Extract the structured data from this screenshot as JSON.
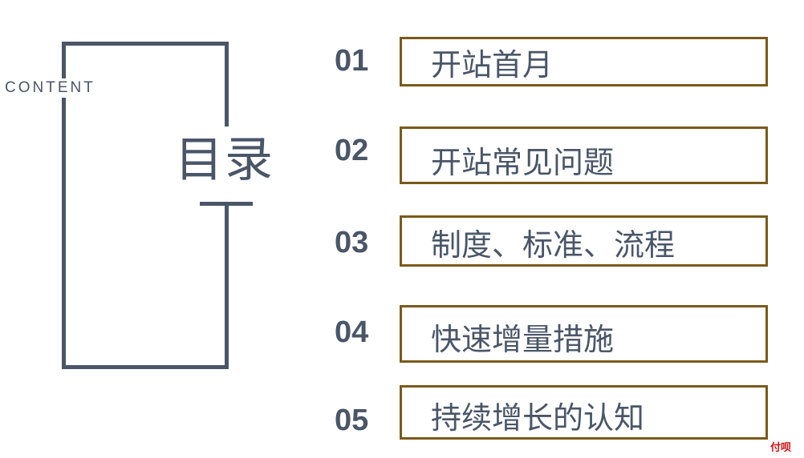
{
  "sidebar": {
    "content_label": "CONTENT",
    "title": "目录"
  },
  "toc": {
    "items": [
      {
        "number": "01",
        "label": "开站首月"
      },
      {
        "number": "02",
        "label": "开站常见问题"
      },
      {
        "number": "03",
        "label": "制度、标准、流程"
      },
      {
        "number": "04",
        "label": "快速增量措施"
      },
      {
        "number": "05",
        "label": "持续增长的认知"
      }
    ]
  },
  "watermark": "付呗",
  "colors": {
    "slate": "#4a5668",
    "box_border": "#7a5a1a",
    "watermark": "#d01010"
  }
}
